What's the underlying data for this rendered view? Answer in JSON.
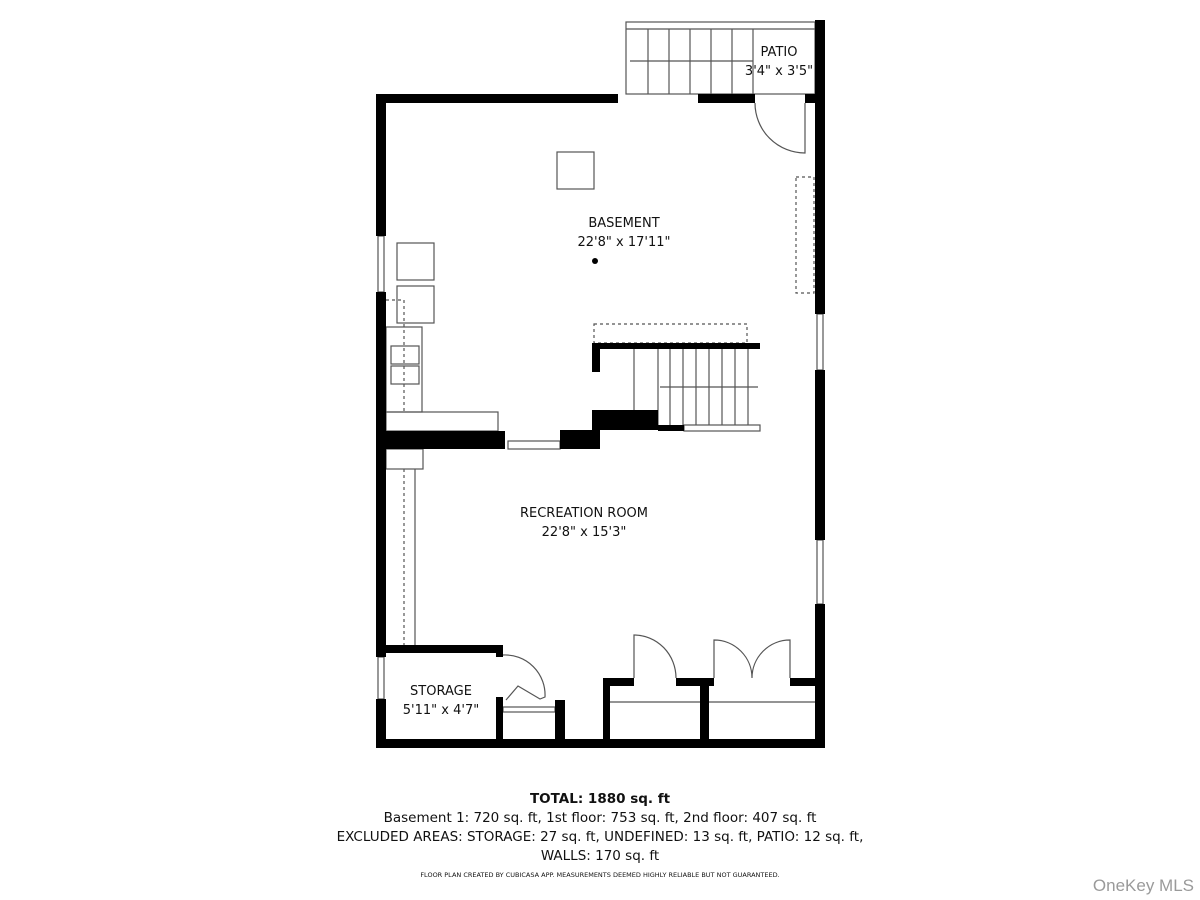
{
  "rooms": {
    "patio": {
      "name": "PATIO",
      "dims": "3'4\" x 3'5\""
    },
    "basement": {
      "name": "BASEMENT",
      "dims": "22'8\" x 17'11\""
    },
    "recreation": {
      "name": "RECREATION ROOM",
      "dims": "22'8\" x 15'3\""
    },
    "storage": {
      "name": "STORAGE",
      "dims": "5'11\" x 4'7\""
    }
  },
  "summary": {
    "total": "TOTAL: 1880 sq. ft",
    "floors": "Basement 1: 720 sq. ft, 1st floor: 753 sq. ft, 2nd floor: 407 sq. ft",
    "excluded": "EXCLUDED AREAS: STORAGE: 27 sq. ft, UNDEFINED: 13 sq. ft, PATIO: 12 sq. ft,",
    "walls": "WALLS: 170 sq. ft"
  },
  "disclaimer": "FLOOR PLAN CREATED BY CUBICASA APP. MEASUREMENTS DEEMED HIGHLY RELIABLE BUT NOT GUARANTEED.",
  "watermark": "OneKey MLS",
  "colors": {
    "wall": "#000000",
    "line": "#555555",
    "watermark": "#9a9a9a"
  }
}
